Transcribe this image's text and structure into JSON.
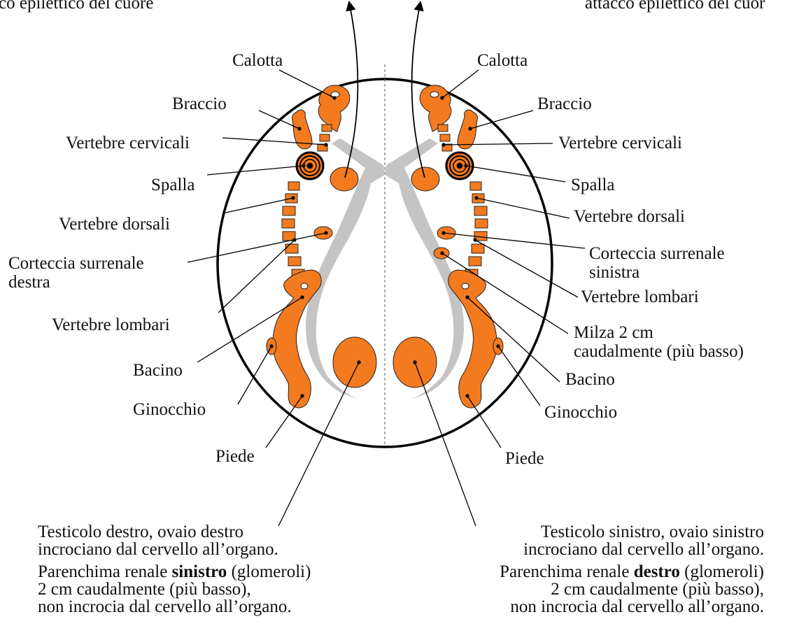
{
  "top_left_fragment": "co epilettico del cuore",
  "top_right_fragment": "attacco epilettico del cuor",
  "left_labels": {
    "calotta": "Calotta",
    "braccio": "Braccio",
    "vertebre_cervicali": "Vertebre cervicali",
    "spalla": "Spalla",
    "vertebre_dorsali": "Vertebre dorsali",
    "corteccia_line1": "Corteccia surrenale",
    "corteccia_line2": "destra",
    "vertebre_lombari": "Vertebre lombari",
    "bacino": "Bacino",
    "ginocchio": "Ginocchio",
    "piede": "Piede"
  },
  "right_labels": {
    "calotta": "Calotta",
    "braccio": "Braccio",
    "vertebre_cervicali": "Vertebre cervicali",
    "spalla": "Spalla",
    "vertebre_dorsali": "Vertebre dorsali",
    "corteccia_line1": "Corteccia surrenale",
    "corteccia_line2": "sinistra",
    "vertebre_lombari": "Vertebre lombari",
    "milza_line1": "Milza 2 cm",
    "milza_line2": "caudalmente (più basso)",
    "bacino": "Bacino",
    "ginocchio": "Ginocchio",
    "piede": "Piede"
  },
  "bottom_left": {
    "line1": "Testicolo destro, ovaio destro",
    "line2": "incrociano dal cervello all’organo.",
    "line3_pre": "Parenchima renale ",
    "line3_bold": "sinistro",
    "line3_post": " (glomeroli)",
    "line4": "2 cm caudalmente (più basso),",
    "line5": "non incrocia dal cervello all’organo."
  },
  "bottom_right": {
    "line1": "Testicolo sinistro, ovaio sinistro",
    "line2": "incrociano dal cervello all’organo.",
    "line3_pre": "Parenchima renale ",
    "line3_bold": "destro",
    "line3_post": " (glomeroli)",
    "line4": "2 cm caudalmente (più basso),",
    "line5": "non incrocia dal cervello all’organo."
  },
  "colors": {
    "organ_fill": "#f47a1f",
    "organ_stroke": "#222222",
    "ventricle_fill": "#c4c4c4",
    "outline": "#000000"
  }
}
